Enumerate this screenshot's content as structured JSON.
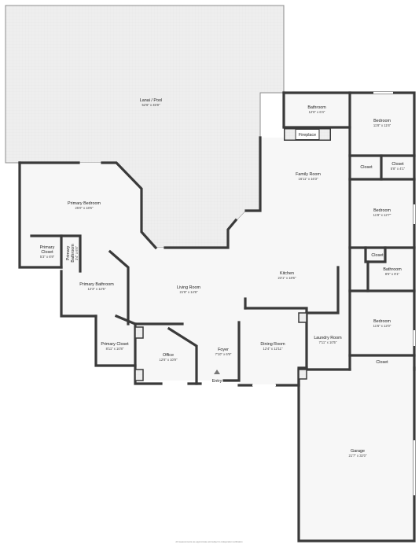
{
  "rooms": [
    {
      "id": "lanai",
      "name": "Lanai / Pool",
      "dims": "52'6\" x 45'9\""
    },
    {
      "id": "bathroom-top",
      "name": "Bathroom",
      "dims": "12'6\" x 6'4\""
    },
    {
      "id": "bedroom-1",
      "name": "Bedroom",
      "dims": "11'8\" x 11'6\""
    },
    {
      "id": "fireplace",
      "name": "Fireplace",
      "dims": ""
    },
    {
      "id": "family-room",
      "name": "Family Room",
      "dims": "16'11\" x 16'3\""
    },
    {
      "id": "closet-1",
      "name": "Closet",
      "dims": ""
    },
    {
      "id": "closet-2",
      "name": "Closet",
      "dims": "5'8\" x 4'1\""
    },
    {
      "id": "primary-bedroom",
      "name": "Primary Bedroom",
      "dims": "25'0\" x 18'6\""
    },
    {
      "id": "bedroom-2",
      "name": "Bedroom",
      "dims": "11'8\" x 12'7\""
    },
    {
      "id": "primary-closet-small",
      "name": "Primary Closet",
      "dims": "5'3\" x 6'9\""
    },
    {
      "id": "primary-bathroom-small",
      "name": "Primary Bathroom",
      "dims": "3'4\" x 6'6\""
    },
    {
      "id": "closet-3",
      "name": "Closet",
      "dims": ""
    },
    {
      "id": "bathroom-2",
      "name": "Bathroom",
      "dims": "8'5\" x 8'1\""
    },
    {
      "id": "kitchen",
      "name": "Kitchen",
      "dims": "23'1\" x 18'6\""
    },
    {
      "id": "primary-bathroom",
      "name": "Primary Bathroom",
      "dims": "12'3\" x 12'5\""
    },
    {
      "id": "living-room",
      "name": "Living Room",
      "dims": "21'8\" x 14'8\""
    },
    {
      "id": "laundry-room",
      "name": "Laundry Room",
      "dims": "7'11\" x 10'5\""
    },
    {
      "id": "bedroom-3",
      "name": "Bedroom",
      "dims": "11'6\" x 12'0\""
    },
    {
      "id": "primary-closet",
      "name": "Primary Closet",
      "dims": "8'11\" x 10'8\""
    },
    {
      "id": "dining-room",
      "name": "Dining Room",
      "dims": "12'4\" x 12'11\""
    },
    {
      "id": "foyer",
      "name": "Foyer",
      "dims": "7'10\" x 6'9\""
    },
    {
      "id": "office",
      "name": "Office",
      "dims": "12'6\" x 10'9\""
    },
    {
      "id": "closet-4",
      "name": "Closet",
      "dims": ""
    },
    {
      "id": "garage",
      "name": "Garage",
      "dims": "21'7\" x 32'0\""
    }
  ],
  "entry": {
    "label": "Entry"
  },
  "footer": {
    "note": "All measurements are approximate and subject to independent verification"
  },
  "colors": {
    "wall": "#3a3a3a",
    "lanai_fill": "#ececec",
    "floor_fill": "#f7f7f7",
    "paper": "#ffffff"
  }
}
